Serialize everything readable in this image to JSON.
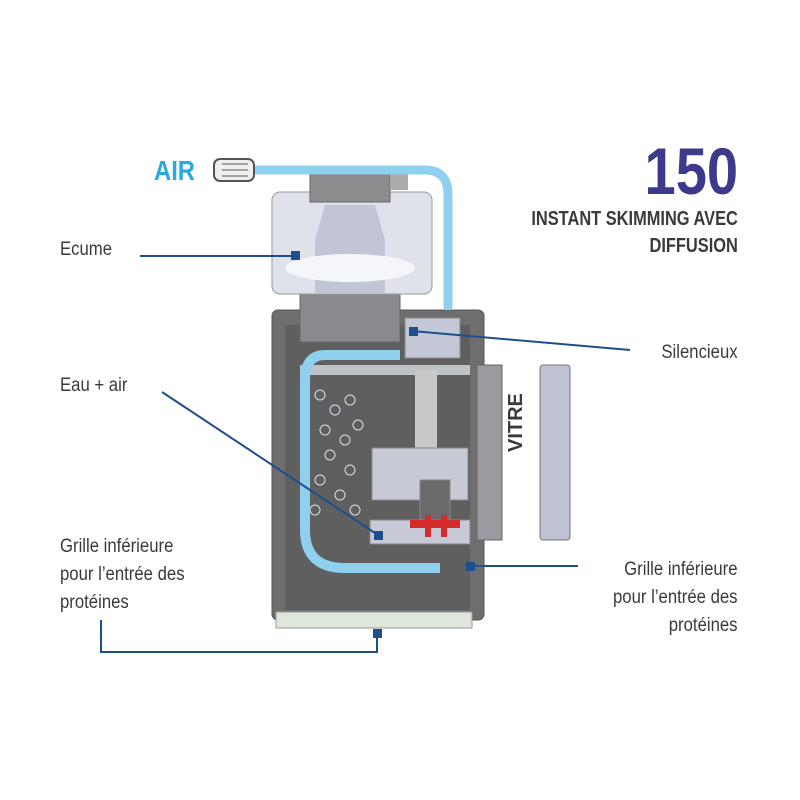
{
  "header": {
    "model_number": "150",
    "subtitle_lines": [
      "INSTANT SKIMMING AVEC",
      "DIFFUSION"
    ]
  },
  "labels": {
    "air": "AIR",
    "ecume": "Ecume",
    "silencieux": "Silencieux",
    "eau_air": "Eau + air",
    "vitre": "VITRE",
    "grille_left": [
      "Grille inférieure",
      "pour l’entrée des",
      "protéines"
    ],
    "grille_right": [
      "Grille inférieure",
      "pour l’entrée des",
      "protéines"
    ]
  },
  "colors": {
    "callout_line": "#1f4e8c",
    "model_number": "#3d3a8c",
    "air": "#2aa9e0",
    "air_tube": "#8fd0ee",
    "body": "#6e6e6e"
  }
}
